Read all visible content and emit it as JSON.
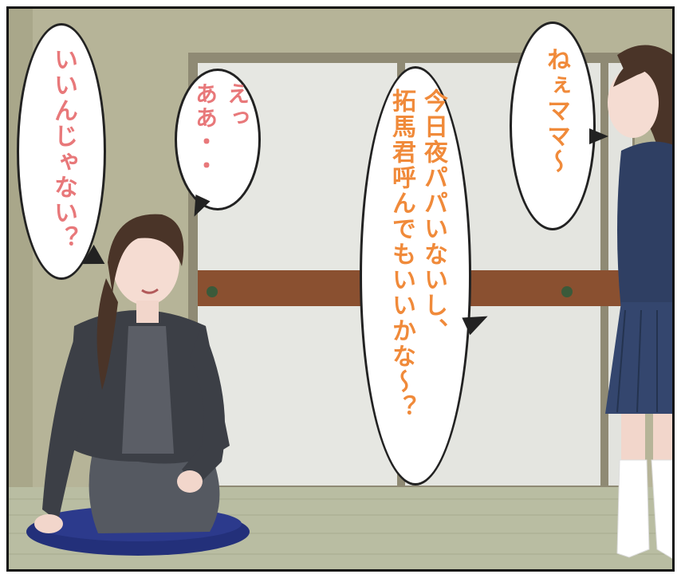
{
  "colors": {
    "wall": "#b9b59a",
    "shoji_frame": "#8f8a74",
    "shoji_paper": "#e7e8e3",
    "shoji_rail": "#8a4f2e",
    "tatami": "#b7bba0",
    "cushion": "#23307a",
    "mother_suit": "#3c3f46",
    "daughter_uniform": "#2f3f63",
    "bubble_text_pink": "#e8787a",
    "bubble_text_orange": "#f08a3a"
  },
  "dialogue": {
    "mother_reply_main": "いいんじゃない？",
    "mother_reply_hesitant": "えっ\nああ・・",
    "daughter_call": "ねぇママ〜",
    "daughter_request_line1": "今日夜パパいないし、",
    "daughter_request_line2": "拓馬君呼んでもいいかな〜？"
  },
  "characters": {
    "mother": "kneeling-woman",
    "daughter": "standing-girl"
  }
}
